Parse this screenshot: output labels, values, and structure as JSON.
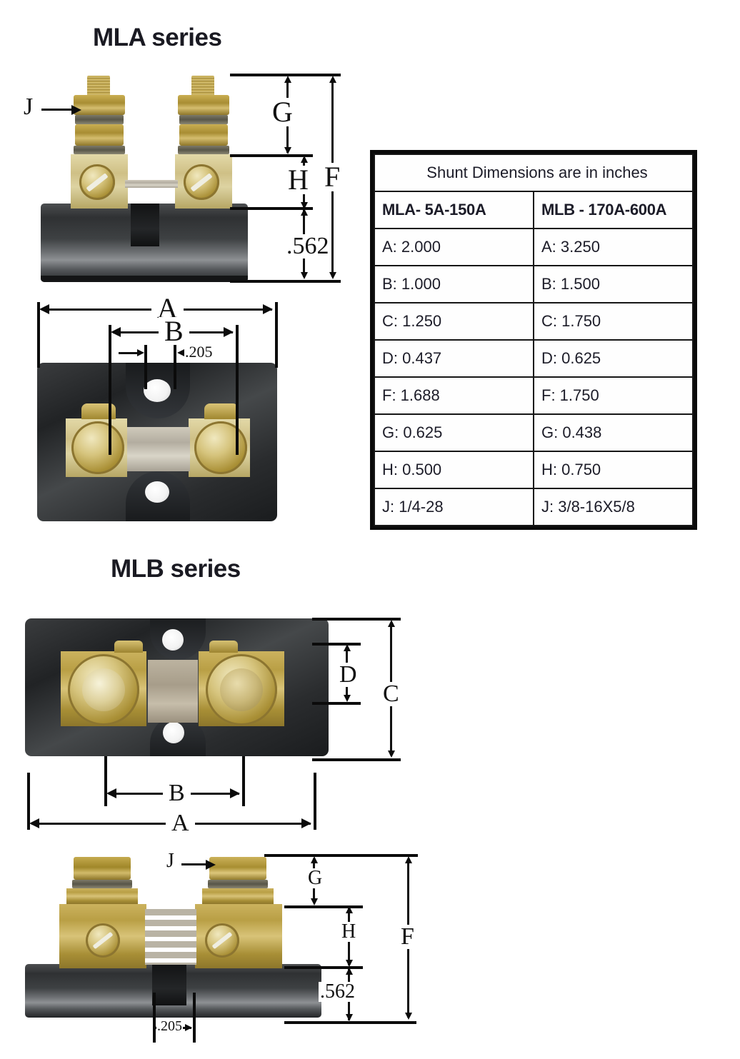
{
  "page": {
    "background": "#ffffff",
    "line_color": "#0b0b0b"
  },
  "sections": {
    "mla": {
      "title": "MLA series"
    },
    "mlb": {
      "title": "MLB series"
    }
  },
  "table": {
    "caption": "Shunt Dimensions are in inches",
    "columns": [
      {
        "header": "MLA- 5A-150A"
      },
      {
        "header": "MLB - 170A-600A"
      }
    ],
    "rows": [
      {
        "mla": "A: 2.000",
        "mlb": "A: 3.250"
      },
      {
        "mla": "B: 1.000",
        "mlb": "B: 1.500"
      },
      {
        "mla": "C: 1.250",
        "mlb": "C: 1.750"
      },
      {
        "mla": "D: 0.437",
        "mlb": "D: 0.625"
      },
      {
        "mla": "F: 1.688",
        "mlb": "F: 1.750"
      },
      {
        "mla": "G: 0.625",
        "mlb": "G: 0.438"
      },
      {
        "mla": "H: 0.500",
        "mlb": "H: 0.750"
      },
      {
        "mla": "J: 1/4-28",
        "mlb": "J: 3/8-16X5/8"
      }
    ]
  },
  "callouts": {
    "mla_side": {
      "j": "J",
      "g": "G",
      "h": "H",
      "f": "F",
      "base_height": ".562"
    },
    "mla_top": {
      "a": "A",
      "b": "B",
      "hole": ".205"
    },
    "mlb_top": {
      "d": "D",
      "c": "C",
      "b": "B",
      "a": "A"
    },
    "mlb_side": {
      "j": "J",
      "g": "G",
      "h": "H",
      "f": "F",
      "base_height": ".562",
      "slot": ".205"
    }
  }
}
